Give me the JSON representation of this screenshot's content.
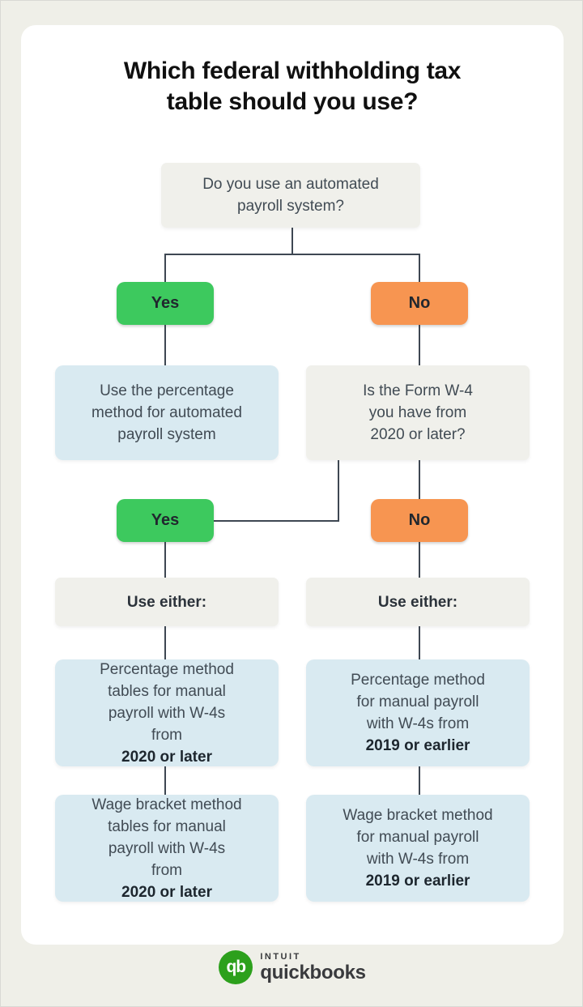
{
  "title": {
    "lines": [
      "Which federal withholding tax",
      "table should you use?"
    ]
  },
  "flow": {
    "q1": {
      "lines": [
        "Do you use an automated",
        "payroll system?"
      ]
    },
    "level1": {
      "yes": "Yes",
      "no": "No"
    },
    "auto_result": {
      "lines": [
        "Use the percentage",
        "method for automated",
        "payroll system"
      ]
    },
    "q2": {
      "lines": [
        "Is the Form W-4",
        "you have from",
        "2020 or later?"
      ]
    },
    "level2": {
      "yes": "Yes",
      "no": "No"
    },
    "use_either_left": "Use either:",
    "use_either_right": "Use either:",
    "results": {
      "left_percentage": {
        "lines": [
          "Percentage method",
          "tables for manual",
          "payroll with W-4s"
        ],
        "last_pre": "from ",
        "last_bold": "2020 or later"
      },
      "left_wage": {
        "lines": [
          "Wage bracket method",
          "tables for manual",
          "payroll with W-4s"
        ],
        "last_pre": "from ",
        "last_bold": "2020 or later"
      },
      "right_percentage": {
        "lines": [
          "Percentage method",
          "for manual payroll",
          "with W-4s from"
        ],
        "last_pre": "",
        "last_bold": "2019 or earlier"
      },
      "right_wage": {
        "lines": [
          "Wage bracket method",
          "for manual payroll",
          "with W-4s from"
        ],
        "last_pre": "",
        "last_bold": "2019 or earlier"
      }
    }
  },
  "footer": {
    "monogram": "qb",
    "intuit": "INTUIT",
    "quickbooks": "quickbooks"
  },
  "colors": {
    "page_background": "#efefe8",
    "card_background": "#ffffff",
    "gray_box": "#f0f0eb",
    "blue_box": "#d9eaf1",
    "yes_green": "#3dc95e",
    "no_orange": "#f79551",
    "connector_line": "#3e4752",
    "body_text": "#414b54",
    "title_text": "#101010",
    "quickbooks_green": "#2ca01c",
    "brand_text": "#393a3d"
  }
}
